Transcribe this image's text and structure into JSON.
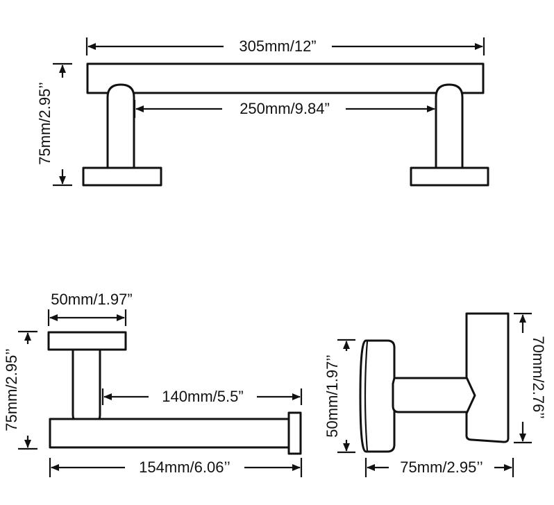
{
  "dimensions": {
    "top_overall_length": "305mm/12”",
    "top_inner_length": "250mm/9.84”",
    "top_height": "75mm/2.95’’",
    "left_base_width": "50mm/1.97”",
    "left_height": "75mm/2.95’’",
    "left_bar_length": "140mm/5.5”",
    "left_overall_length": "154mm/6.06’’",
    "right_base_height": "50mm/1.97’’",
    "right_plate_height": "70mm/2.76’’",
    "right_depth": "75mm/2.95’’"
  }
}
